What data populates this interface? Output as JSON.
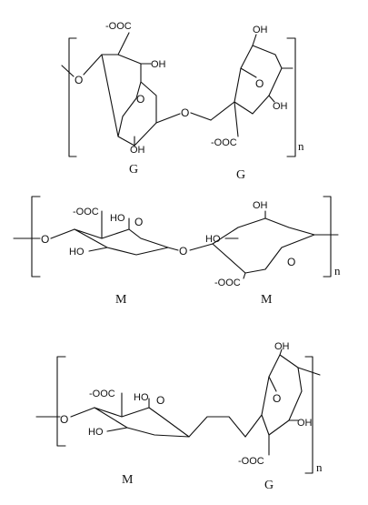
{
  "structures": [
    {
      "id": "GG",
      "units": [
        "G",
        "G"
      ],
      "repeat": "n",
      "labels": {
        "coo_left": "-OOC",
        "oh_a": "OH",
        "o_ring_a": "O",
        "o_link_left": "O",
        "oh_b": "OH",
        "o_bridge": "O",
        "oh_top_right": "OH",
        "o_ring_b": "O",
        "oh_c": "OH",
        "coo_bottom": "-OOC"
      }
    },
    {
      "id": "MM",
      "units": [
        "M",
        "M"
      ],
      "repeat": "n",
      "labels": {
        "coo_left": "-OOC",
        "ho_a": "HO",
        "o_ring_a": "O",
        "o_link_left": "O",
        "ho_b": "HO",
        "o_bridge": "O",
        "ho_c": "HO",
        "coo_bottom": "-OOC",
        "oh_d": "OH",
        "o_ring_b": "O"
      }
    },
    {
      "id": "MG",
      "units": [
        "M",
        "G"
      ],
      "repeat": "n",
      "labels": {
        "coo_left": "-OOC",
        "ho_a": "HO",
        "o_ring_a": "O",
        "o_link_left": "O",
        "ho_b": "HO",
        "oh_top_right": "OH",
        "o_ring_b": "O",
        "oh_c": "OH",
        "coo_bottom": "-OOC"
      }
    }
  ]
}
